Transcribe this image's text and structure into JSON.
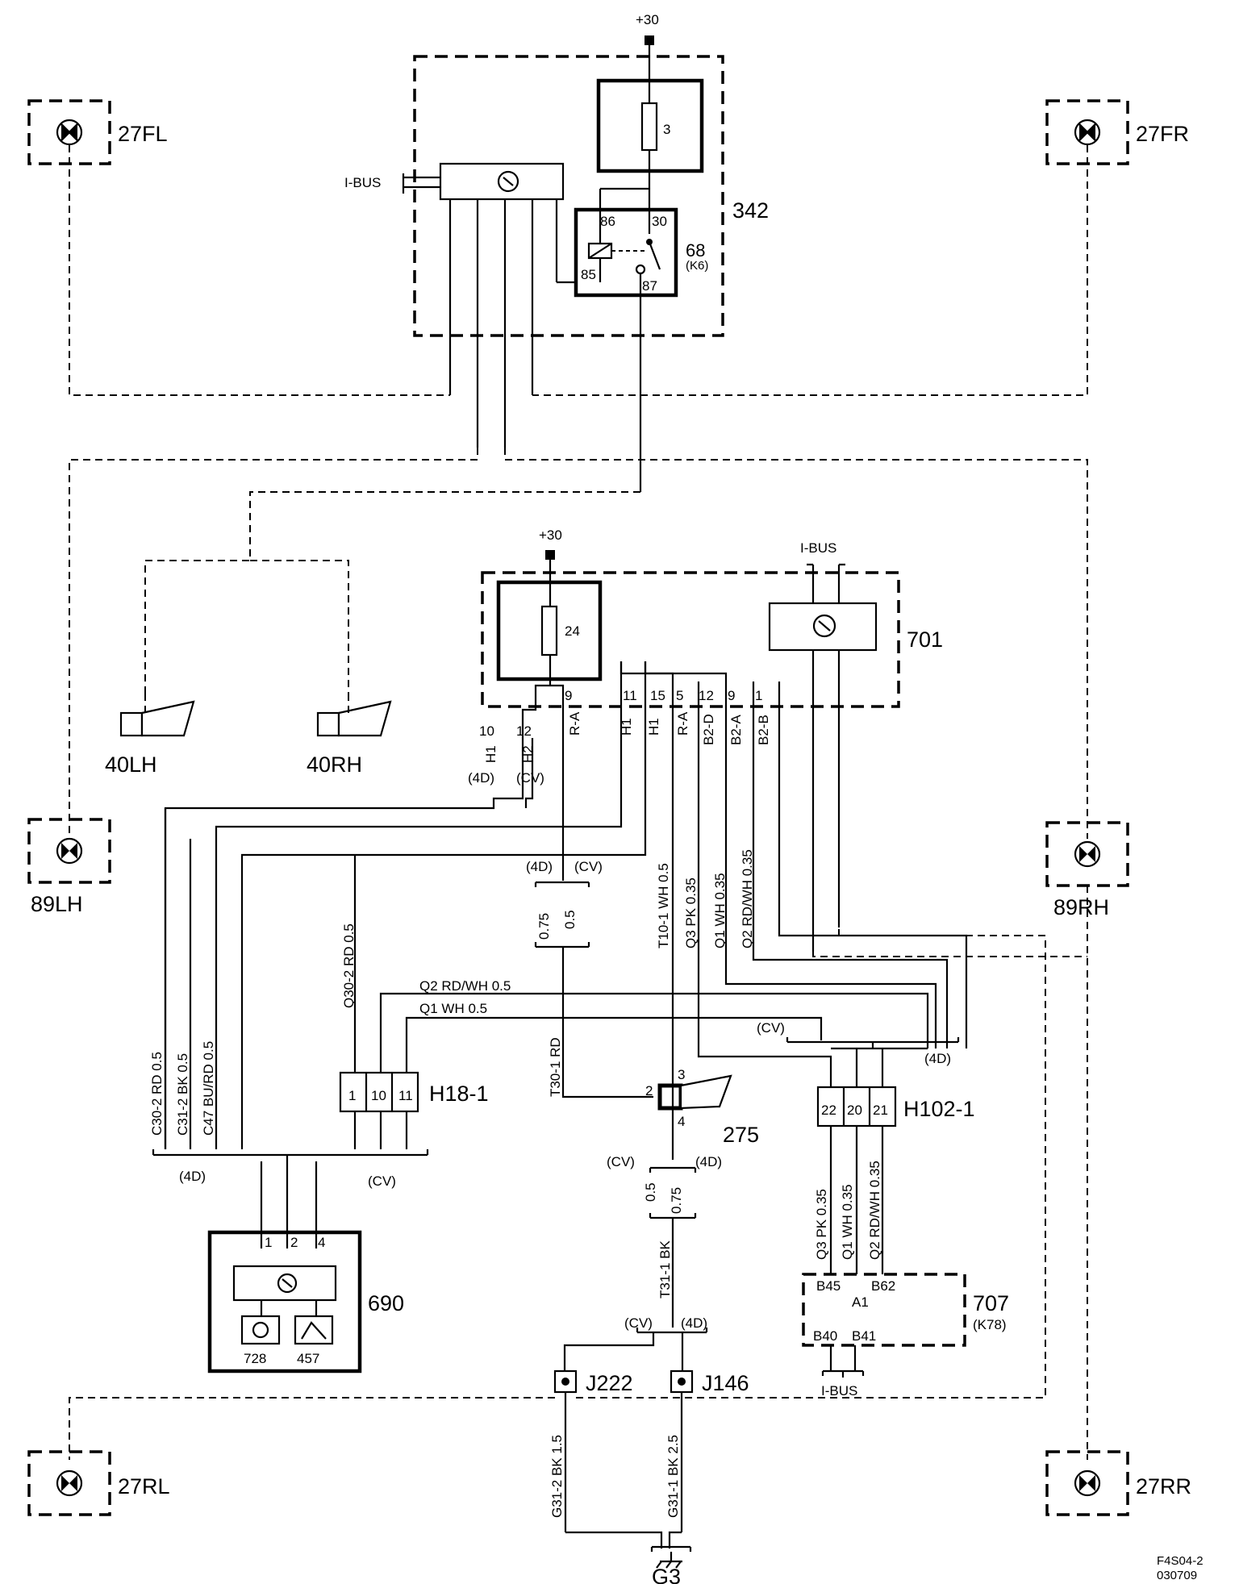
{
  "supply": {
    "plus30_top": "+30",
    "plus30_mid": "+30"
  },
  "bus": {
    "ibus_top": "I-BUS",
    "ibus_mid": "I-BUS",
    "ibus_bottom": "I-BUS"
  },
  "lamps": {
    "fl": "27FL",
    "fr": "27FR",
    "lh": "89LH",
    "rh": "89RH",
    "rl": "27RL",
    "rr": "27RR"
  },
  "horns": {
    "lh": "40LH",
    "rh": "40RH"
  },
  "module342": {
    "id": "342",
    "fuse": "3",
    "relay_id": "68",
    "relay_sub": "(K6)",
    "pin86": "86",
    "pin30": "30",
    "pin85": "85",
    "pin87": "87"
  },
  "module701": {
    "id": "701",
    "fuse": "24"
  },
  "pins701": [
    "9",
    "11",
    "15",
    "5",
    "12",
    "9",
    "1"
  ],
  "wires701": [
    "R-A",
    "H1",
    "H1",
    "R-A",
    "B2-D",
    "B2-A",
    "B2-B"
  ],
  "pins_h": [
    "10",
    "12"
  ],
  "wires_h": [
    "H1",
    "H2"
  ],
  "conn": {
    "d4": "(4D)",
    "cv": "(CV)"
  },
  "gauges": {
    "g075": "0.75",
    "g05": "0.5"
  },
  "wire_labels": {
    "c30": "C30-2  RD 0.5",
    "c31": "C31-2  BK 0.5",
    "c47": "C47  BU/RD 0.5",
    "q30": "Q30-2  RD 0.5",
    "t30": "T30-1  RD",
    "t10": "T10-1  WH 0.5",
    "q3pk": "Q3  PK 0.35",
    "q1wh": "Q1  WH 0.35",
    "q2rdwh": "Q2  RD/WH 0.35",
    "q2h": "Q2    RD/WH  0.5",
    "q1h": "Q1    WH    0.5",
    "t31": "T31-1  BK",
    "g312": "G31-2  BK 1.5",
    "g311": "G31-1  BK 2.5",
    "q3b": "Q3  PK  0.35",
    "q1b": "Q1  WH  0.35",
    "q2b": "Q2  RD/WH  0.35"
  },
  "h18": {
    "id": "H18-1",
    "pins": [
      "1",
      "10",
      "11"
    ]
  },
  "h102": {
    "id": "H102-1",
    "pins": [
      "22",
      "20",
      "21"
    ]
  },
  "siren": {
    "id": "275",
    "pin2": "2",
    "pin3": "3",
    "pin4": "4"
  },
  "module690": {
    "id": "690",
    "pins": [
      "1",
      "2",
      "4"
    ],
    "sub1": "728",
    "sub2": "457"
  },
  "module707": {
    "id": "707",
    "sub": "(K78)",
    "b45": "B45",
    "b62": "B62",
    "a1": "A1",
    "b40": "B40",
    "b41": "B41"
  },
  "splices": {
    "j222": "J222",
    "j146": "J146"
  },
  "ground": {
    "id": "G3"
  },
  "footer": {
    "code": "F4S04-2",
    "date": "030709"
  }
}
